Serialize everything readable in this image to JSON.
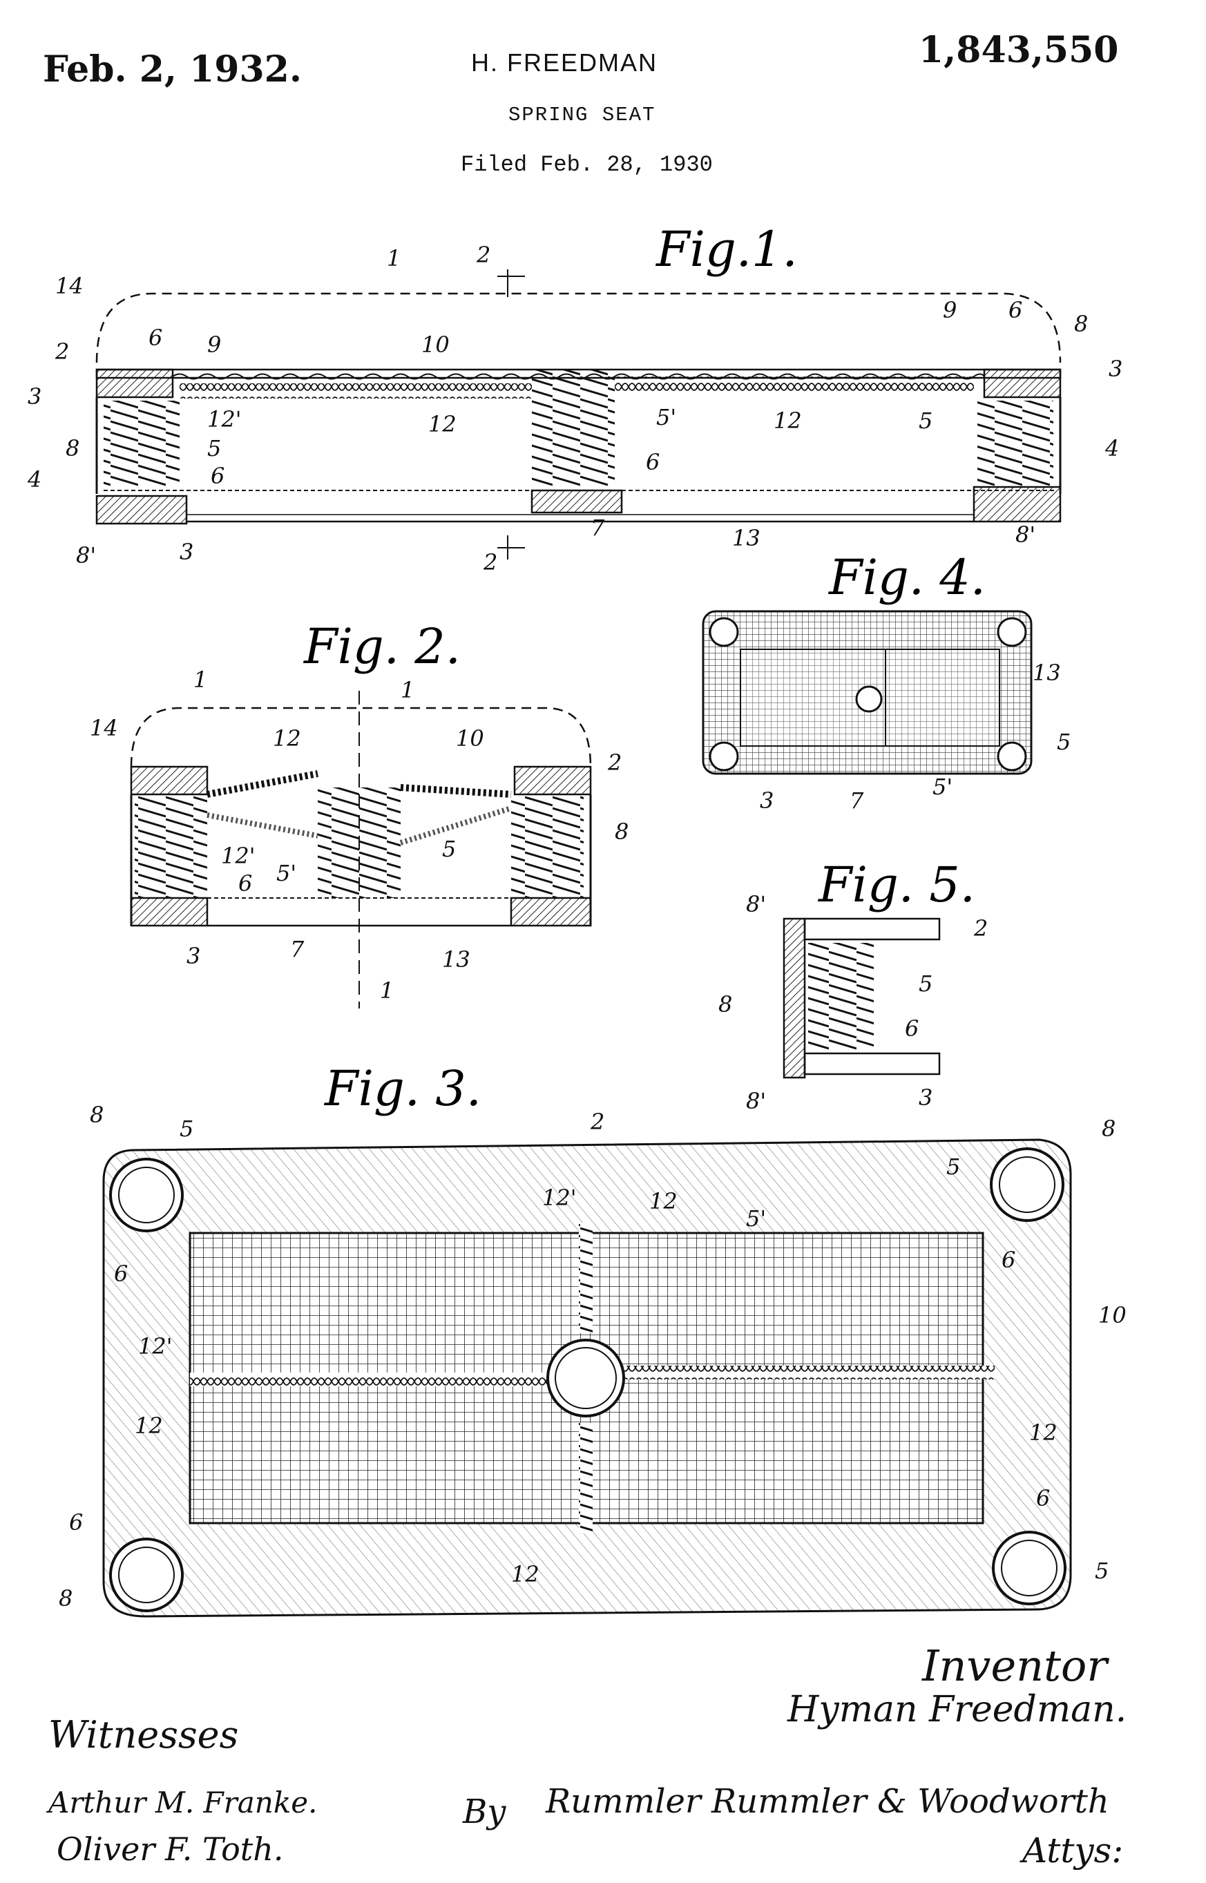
{
  "header": {
    "date": "Feb. 2, 1932.",
    "inventor": "H. FREEDMAN",
    "patent_number": "1,843,550",
    "title": "SPRING SEAT",
    "filed": "Filed Feb. 28, 1930"
  },
  "figures": {
    "fig1": "Fig.1.",
    "fig2": "Fig. 2.",
    "fig3": "Fig. 3.",
    "fig4": "Fig. 4.",
    "fig5": "Fig. 5."
  },
  "signatures": {
    "inventor_label": "Inventor",
    "inventor_name": "Hyman Freedman.",
    "witnesses_label": "Witnesses",
    "witness_1": "Arthur M. Franke.",
    "witness_2": "Oliver F. Toth.",
    "by": "By",
    "attorneys": "Rummler Rummler & Woodworth",
    "attorneys_label": "Attys:"
  }
}
